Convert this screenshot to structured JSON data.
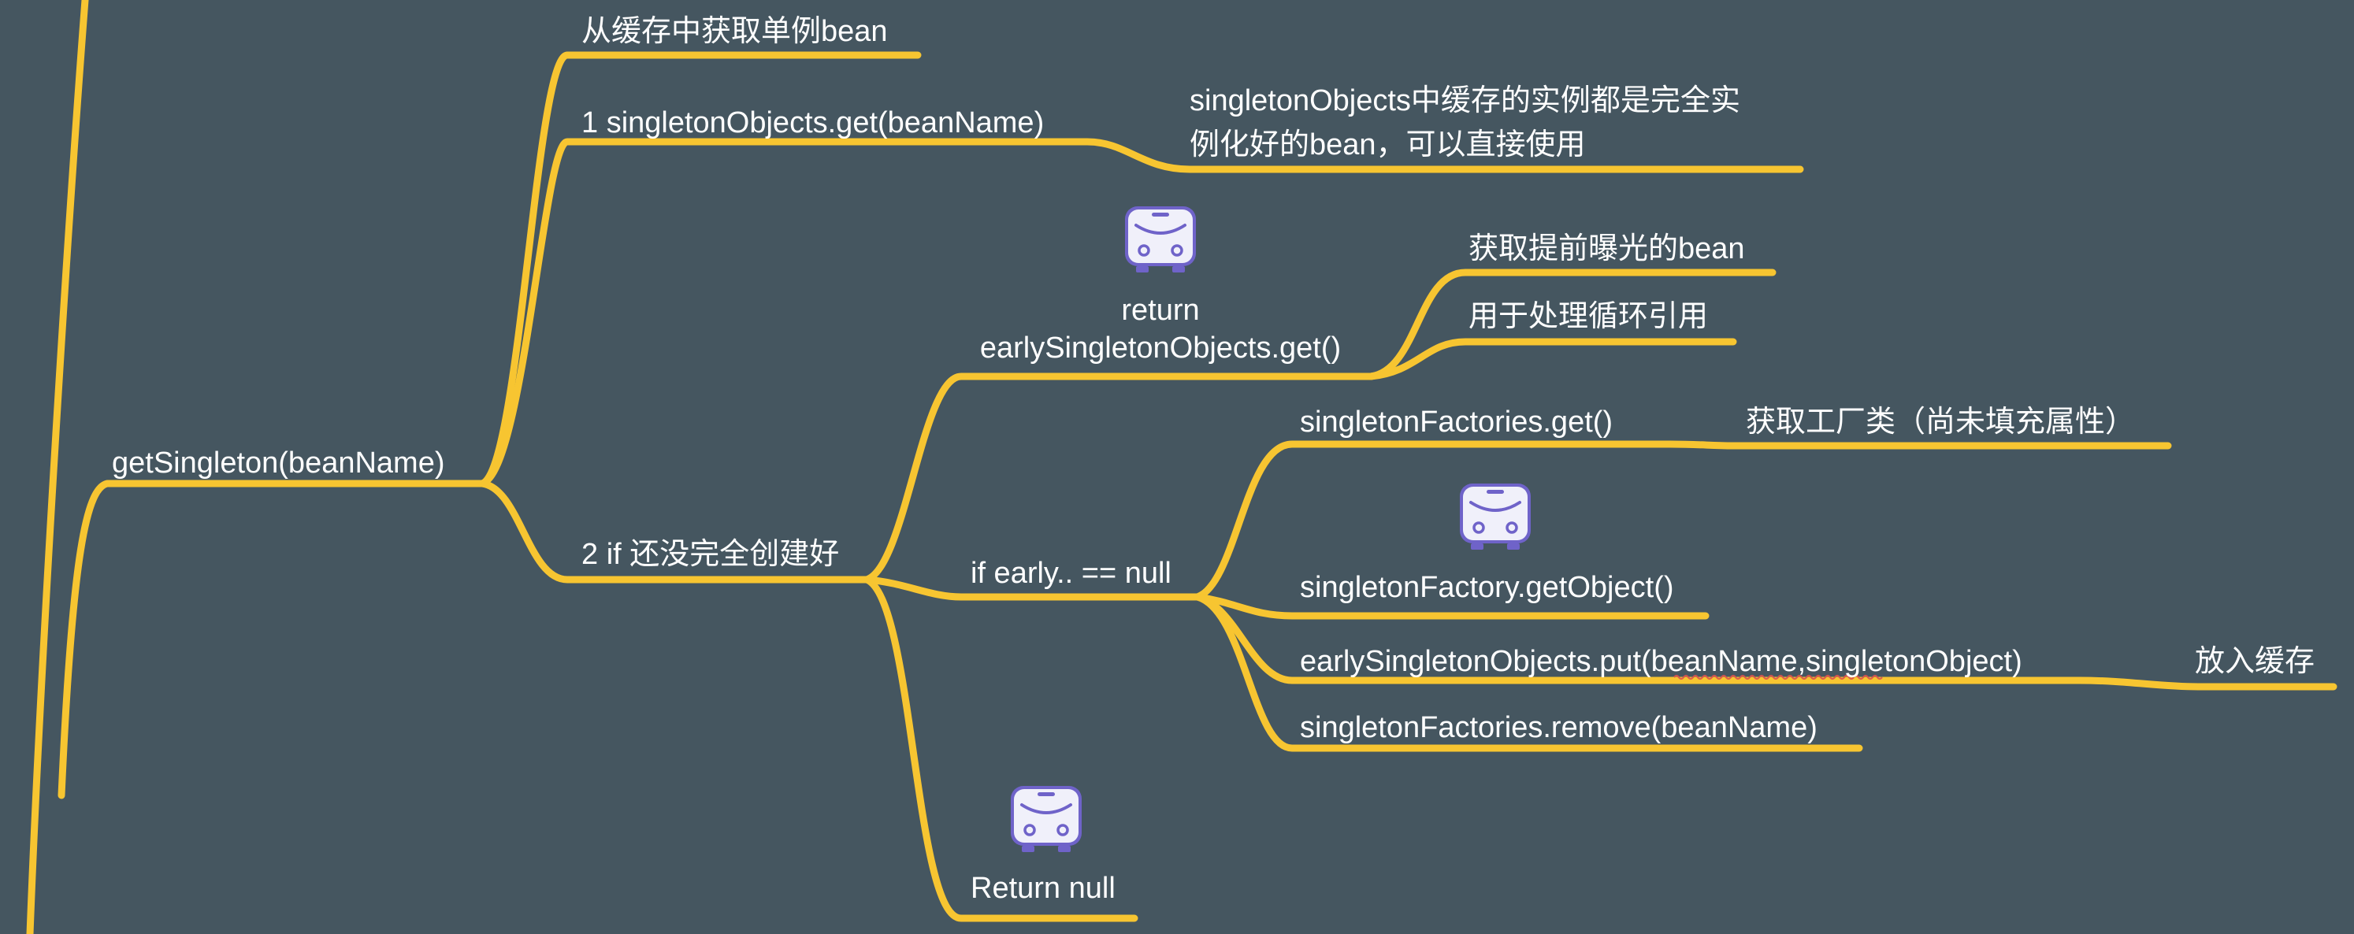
{
  "mindmap": {
    "root": {
      "label": "getSingleton(beanName)"
    },
    "level1": {
      "title": "从缓存中获取单例bean",
      "step1": "1 singletonObjects.get(beanName)",
      "step1_note_line1": "singletonObjects中缓存的实例都是完全实",
      "step1_note_line2": "例化好的bean，可以直接使用",
      "step2": "2 if 还没完全创建好"
    },
    "level2": {
      "early_return_line1": "return",
      "early_return_line2": "earlySingletonObjects.get()",
      "early_note1": "获取提前曝光的bean",
      "early_note2": "用于处理循环引用",
      "if_null": "if early.. == null",
      "return_null": "Return null"
    },
    "level3": {
      "factories_get": "singletonFactories.get()",
      "factories_get_note": "获取工厂类（尚未填充属性）",
      "factory_getobject": "singletonFactory.getObject()",
      "early_put": "earlySingletonObjects.put(beanName,singletonObject)",
      "early_put_note": "放入缓存",
      "factories_remove": "singletonFactories.remove(beanName)"
    },
    "icons": {
      "early_return": "bus-icon",
      "factory_getobject": "bus-icon",
      "return_null": "bus-icon"
    },
    "colors": {
      "background": "#455660",
      "branch": "#F7C531",
      "text": "#FFFFFF",
      "icon_body": "#F0F0FA",
      "icon_accent": "#6F63C9"
    }
  }
}
